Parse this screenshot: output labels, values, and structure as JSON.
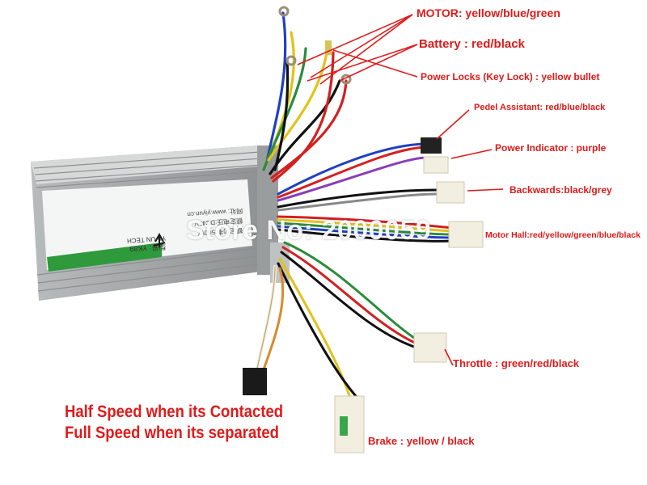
{
  "labels": {
    "motor": {
      "prefix": "MOTOR:",
      "rest": " yellow/blue/green"
    },
    "battery": "Battery : red/black",
    "power_locks": "Power Locks (Key Lock) : yellow bullet",
    "pedel_assistant": "Pedel Assistant: red/blue/black",
    "power_indicator": "Power Indicator : purple",
    "backwards": "Backwards:black/grey",
    "motor_hall": "Motor Hall:red/yellow/green/blue/black",
    "throttle": "Throttle : green/red/black",
    "brake": "Brake : yellow / black"
  },
  "speed_note": {
    "line1": "Half Speed when its Contacted",
    "line2": "Full Speed when its separated"
  },
  "watermark": "Store No: 2000059",
  "label_plate": {
    "line1": "型号: YK89",
    "line2": "YIYUN TECH",
    "line3": "额定功率:500W",
    "line4": "额定电压:DC48V",
    "line5": "网址: www.yiyun.cn"
  },
  "colors": {
    "annotation_red": "#e01a1a",
    "annotation_black": "#111111",
    "controller_body": "#c9cbcb",
    "plate_green": "#2e9a3c"
  }
}
